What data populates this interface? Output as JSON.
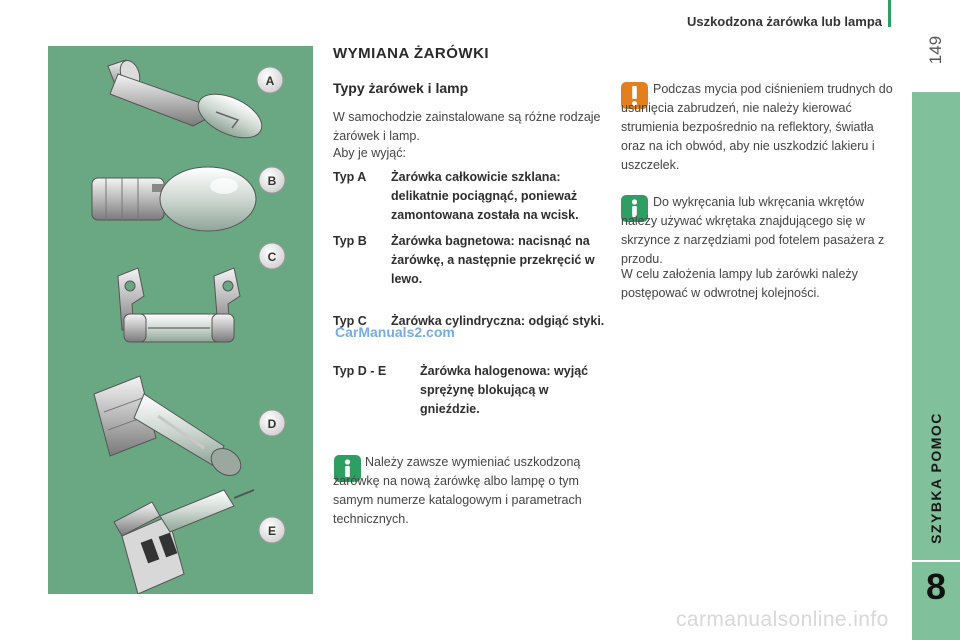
{
  "header": {
    "title": "Uszkodzona żarówka lub lampa",
    "page_number": "149"
  },
  "side_tab": {
    "label": "SZYBKA POMOC",
    "chapter_number": "8",
    "color": "#80c09a"
  },
  "figure": {
    "background": "#6aa884",
    "badges": [
      "A",
      "B",
      "C",
      "D",
      "E"
    ]
  },
  "content": {
    "section_title": "WYMIANA ŻARÓWKI",
    "subsection_title": "Typy żarówek i lamp",
    "intro": "W samochodzie zainstalowane są różne rodzaje żarówek i lamp.",
    "lead": "Aby je wyjąć:",
    "types": [
      {
        "code": "Typ A",
        "desc": "Żarówka całkowicie szklana: delikatnie pociągnąć, ponieważ zamontowana została na wcisk."
      },
      {
        "code": "Typ B",
        "desc": "Żarówka bagnetowa: nacisnąć na żarówkę, a następnie przekręcić w lewo."
      },
      {
        "code": "Typ C",
        "desc": "Żarówka cylindryczna: odgiąć styki."
      },
      {
        "code": "Typ D - E",
        "desc": "Żarówka halogenowa: wyjąć sprężynę blokującą w gnieździe."
      }
    ],
    "info_note_left": "Należy zawsze wymieniać uszkodzoną żarówkę na nową żarówkę albo lampę o tym samym numerze katalogowym i parametrach technicznych.",
    "warning_note": "Podczas mycia pod ciśnieniem trudnych do usunięcia zabrudzeń, nie należy kierować strumienia bezpośrednio na reflektory, światła oraz na ich obwód, aby nie uszkodzić lakieru i uszczelek.",
    "info_note_right": "Do wykręcania lub wkręcania wkrętów należy używać wkrętaka znajdującego się w skrzynce z narzędziami pod fotelem pasażera z przodu.",
    "info_note_right_2": "W celu założenia lampy lub żarówki należy postępować w odwrotnej kolejności."
  },
  "colors": {
    "info_icon": "#2f9e63",
    "warning_icon": "#e3801d",
    "accent_line": "#2f9e63"
  },
  "icons": [
    "info-icon",
    "warning-icon"
  ],
  "watermarks": {
    "overlay": "CarManuals2.com",
    "footer": "carmanualsonline.info"
  }
}
